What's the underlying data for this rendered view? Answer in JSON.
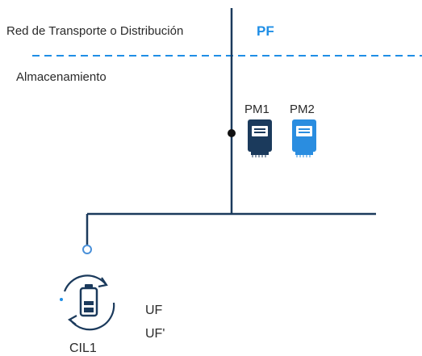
{
  "labels": {
    "network": "Red de Transporte o Distribución",
    "pf": "PF",
    "storage": "Almacenamiento",
    "pm1": "PM1",
    "pm2": "PM2",
    "uf": "UF",
    "uf_prime": "UF'",
    "cil": "CIL1"
  },
  "icons": {
    "meter_pm1": "power-meter-icon",
    "meter_pm2": "power-meter-icon",
    "storage": "battery-cycle-icon"
  },
  "colors": {
    "line": "#1b3a5c",
    "dashed_boundary": "#1f8ee6",
    "pf_text": "#1f8ee6",
    "meter_dark": "#1b3a5c",
    "meter_light": "#2a8de0",
    "node_dot": "#111111",
    "connection_circle": "#4a90d9"
  }
}
